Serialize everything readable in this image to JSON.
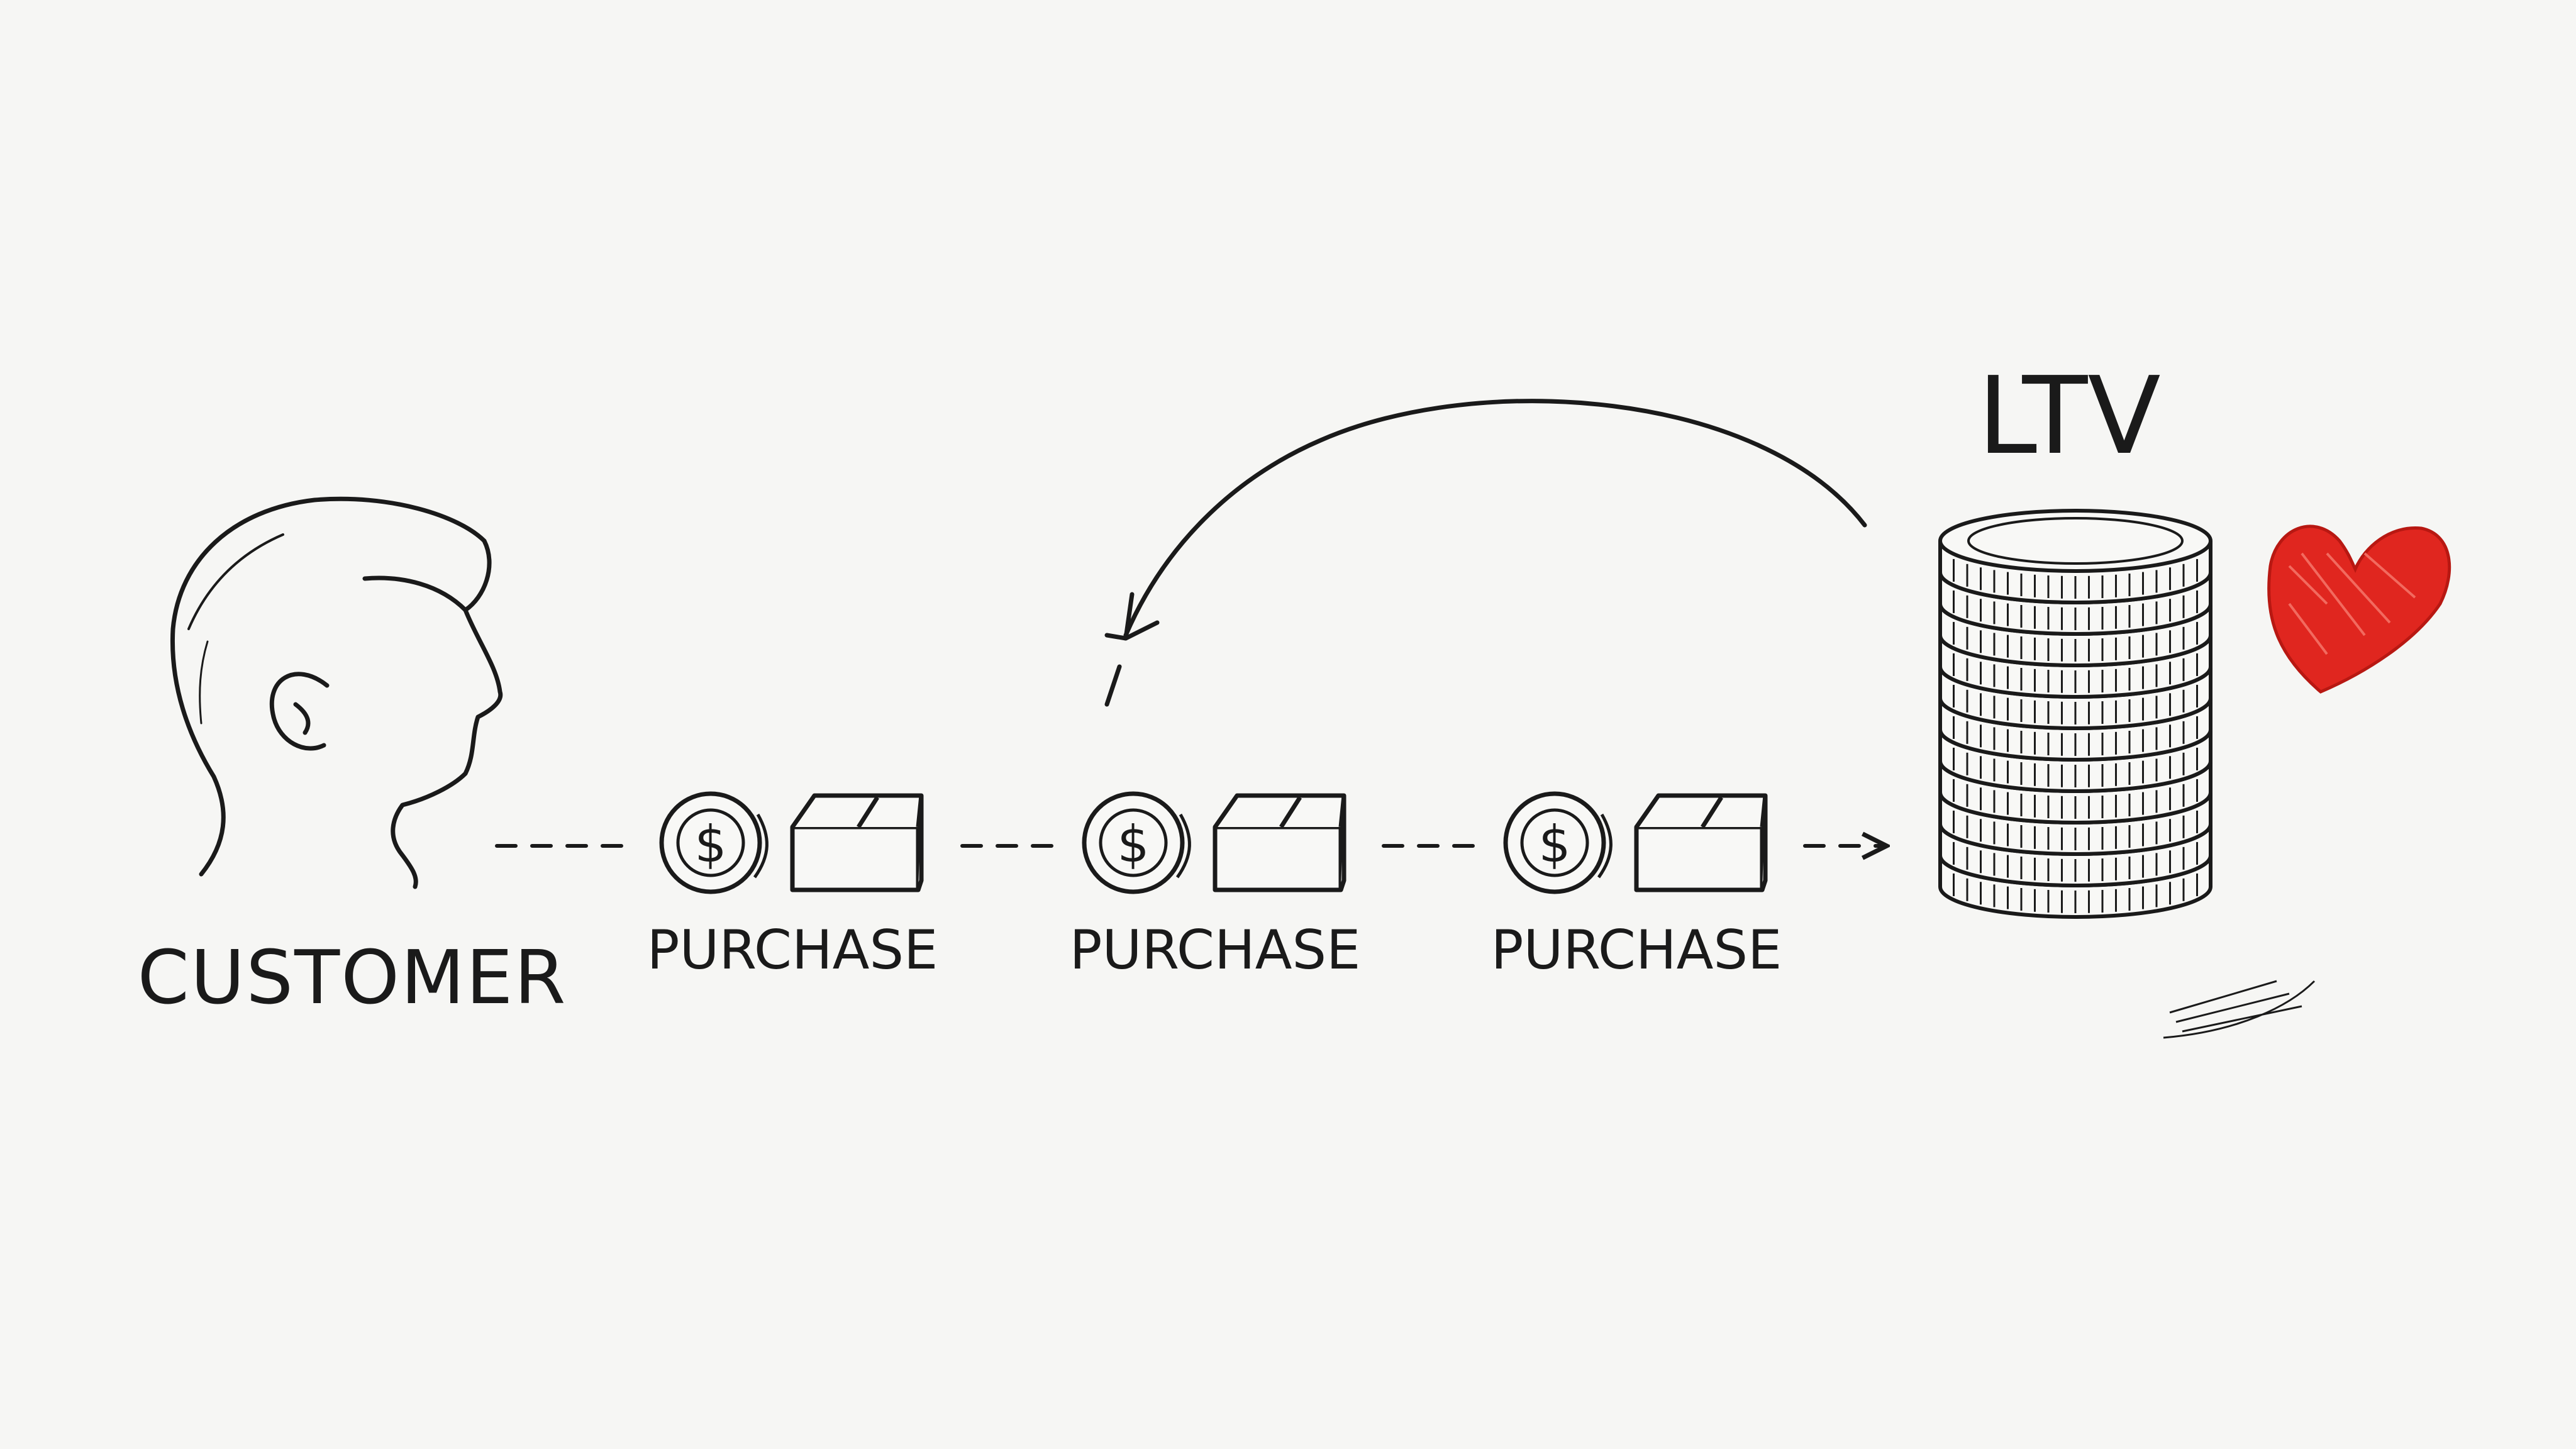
{
  "diagram": {
    "customer_label": "CUSTOMER",
    "purchases": [
      {
        "label": "PURCHASE",
        "coin_symbol": "$",
        "icons": [
          "dollar-coin-icon",
          "box-icon"
        ]
      },
      {
        "label": "PURCHASE",
        "coin_symbol": "$",
        "icons": [
          "dollar-coin-icon",
          "box-icon"
        ]
      },
      {
        "label": "PURCHASE",
        "coin_symbol": "$",
        "icons": [
          "dollar-coin-icon",
          "box-icon"
        ]
      }
    ],
    "ltv_label": "LTV",
    "icons": {
      "customer": "person-head-icon",
      "stack": "coin-stack-icon",
      "heart": "heart-icon",
      "return_arrow": "curved-arrow-icon"
    },
    "colors": {
      "ink": "#1a1a1a",
      "heart": "#e0261f",
      "background": "#f6f6f4"
    }
  }
}
